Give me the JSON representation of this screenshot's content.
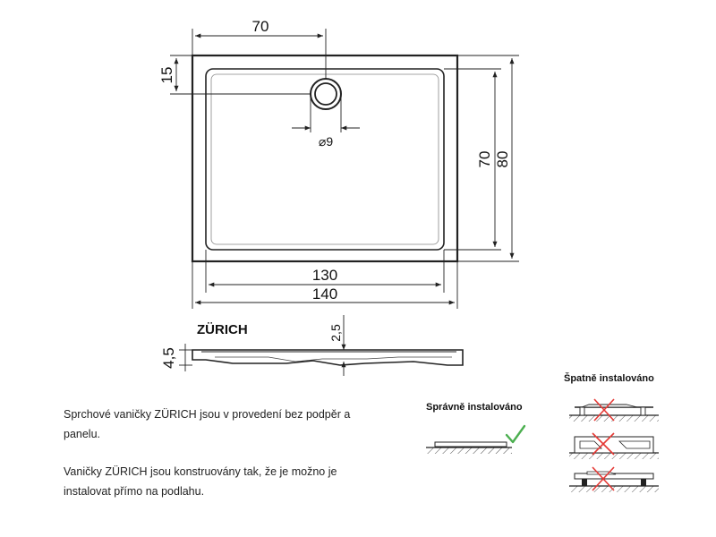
{
  "plan": {
    "dim_top": "70",
    "dim_left": "15",
    "dim_drain": "⌀9",
    "dim_inner_height": "70",
    "dim_outer_height": "80",
    "dim_inner_width": "130",
    "dim_outer_width": "140"
  },
  "section": {
    "title": "ZÜRICH",
    "dim_height": "4,5",
    "dim_depth": "2,5"
  },
  "description": {
    "para1": "Sprchové vaničky ZÜRICH jsou v provedení bez podpěr a panelu.",
    "para2": "Vaničky ZÜRICH jsou konstruovány tak, že je možno je instalovat přímo na podlahu."
  },
  "install": {
    "correct_label": "Správně instalováno",
    "wrong_label": "Špatně instalováno"
  },
  "colors": {
    "line": "#222222",
    "check": "#4caf50",
    "cross": "#e53935"
  }
}
